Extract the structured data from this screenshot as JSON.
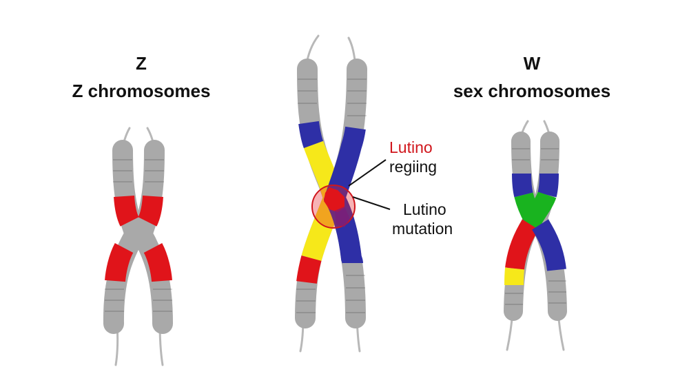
{
  "figure": {
    "left_panel": {
      "heading": "Z",
      "subheading": "Z chromosomes"
    },
    "right_panel": {
      "heading": "W",
      "subheading": "sex chromosomes"
    },
    "center_callouts": {
      "region_name": "Lutino",
      "region_word": "regiing",
      "mutation_name": "Lutino",
      "mutation_word": "mutation"
    }
  },
  "colors": {
    "gray": "#a9a9a9",
    "red": "#e0141a",
    "yellow": "#f6e81a",
    "blue": "#2e2fa6",
    "green": "#19b31f",
    "highlight": "#e8242a",
    "callout_red": "#d0161c",
    "text": "#111111"
  }
}
